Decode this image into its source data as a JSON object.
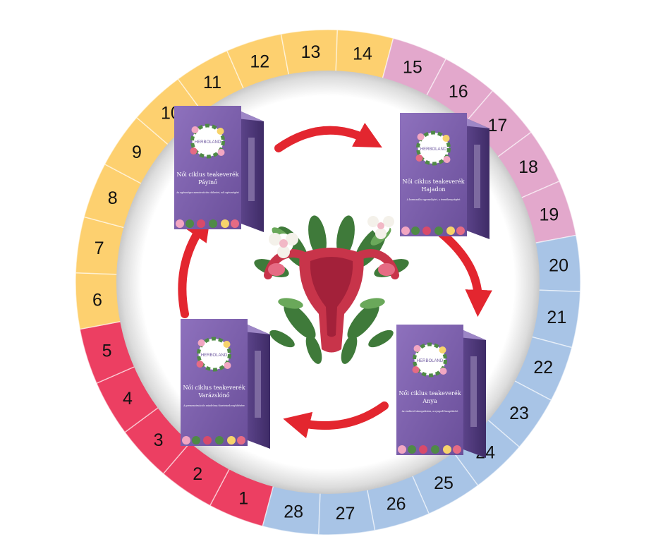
{
  "cycle": {
    "total_days": 28,
    "segments": [
      {
        "day": "1",
        "phase": "menstrual"
      },
      {
        "day": "2",
        "phase": "menstrual"
      },
      {
        "day": "3",
        "phase": "menstrual"
      },
      {
        "day": "4",
        "phase": "menstrual"
      },
      {
        "day": "5",
        "phase": "menstrual"
      },
      {
        "day": "6",
        "phase": "follicular"
      },
      {
        "day": "7",
        "phase": "follicular"
      },
      {
        "day": "8",
        "phase": "follicular"
      },
      {
        "day": "9",
        "phase": "follicular"
      },
      {
        "day": "10",
        "phase": "follicular"
      },
      {
        "day": "11",
        "phase": "follicular"
      },
      {
        "day": "12",
        "phase": "follicular"
      },
      {
        "day": "13",
        "phase": "follicular"
      },
      {
        "day": "14",
        "phase": "follicular"
      },
      {
        "day": "15",
        "phase": "ovulation"
      },
      {
        "day": "16",
        "phase": "ovulation"
      },
      {
        "day": "17",
        "phase": "ovulation"
      },
      {
        "day": "18",
        "phase": "ovulation"
      },
      {
        "day": "19",
        "phase": "ovulation"
      },
      {
        "day": "20",
        "phase": "luteal"
      },
      {
        "day": "21",
        "phase": "luteal"
      },
      {
        "day": "22",
        "phase": "luteal"
      },
      {
        "day": "23",
        "phase": "luteal"
      },
      {
        "day": "24",
        "phase": "luteal"
      },
      {
        "day": "25",
        "phase": "luteal"
      },
      {
        "day": "26",
        "phase": "luteal"
      },
      {
        "day": "27",
        "phase": "luteal"
      },
      {
        "day": "28",
        "phase": "luteal"
      }
    ],
    "colors": {
      "menstrual": "#ec3f62",
      "follicular": "#fdd06f",
      "ovulation": "#e3a8cc",
      "luteal": "#a8c4e6",
      "segment_stroke": "#ffffff",
      "arrow": "#e3262f",
      "box": "#7a5ea8",
      "box_dark": "#4e3878",
      "uterus": "#c8344a",
      "leaf": "#3f7a3a"
    }
  },
  "products": [
    {
      "id": "top-left",
      "brand": "HERBOLAND",
      "title": "Női ciklus teakeverék",
      "subtitle": "Páyinő",
      "blurb": "Az egészséges menstruációs ciklusért, női egészségért"
    },
    {
      "id": "top-right",
      "brand": "HERBOLAND",
      "title": "Női ciklus teakeverék",
      "subtitle": "Hajadon",
      "blurb": "A hormonális egyensúlyért, a termékenységért"
    },
    {
      "id": "bottom-right",
      "brand": "HERBOLAND",
      "title": "Női ciklus teakeverék",
      "subtitle": "Anya",
      "blurb": "Az ovuláció támogatására, a nyugodt hangulatért"
    },
    {
      "id": "bottom-left",
      "brand": "HERBOLAND",
      "title": "Női ciklus teakeverék",
      "subtitle": "Varázslónő",
      "blurb": "A premenstruációs szindróma tüneteinek enyhítésére"
    }
  ]
}
